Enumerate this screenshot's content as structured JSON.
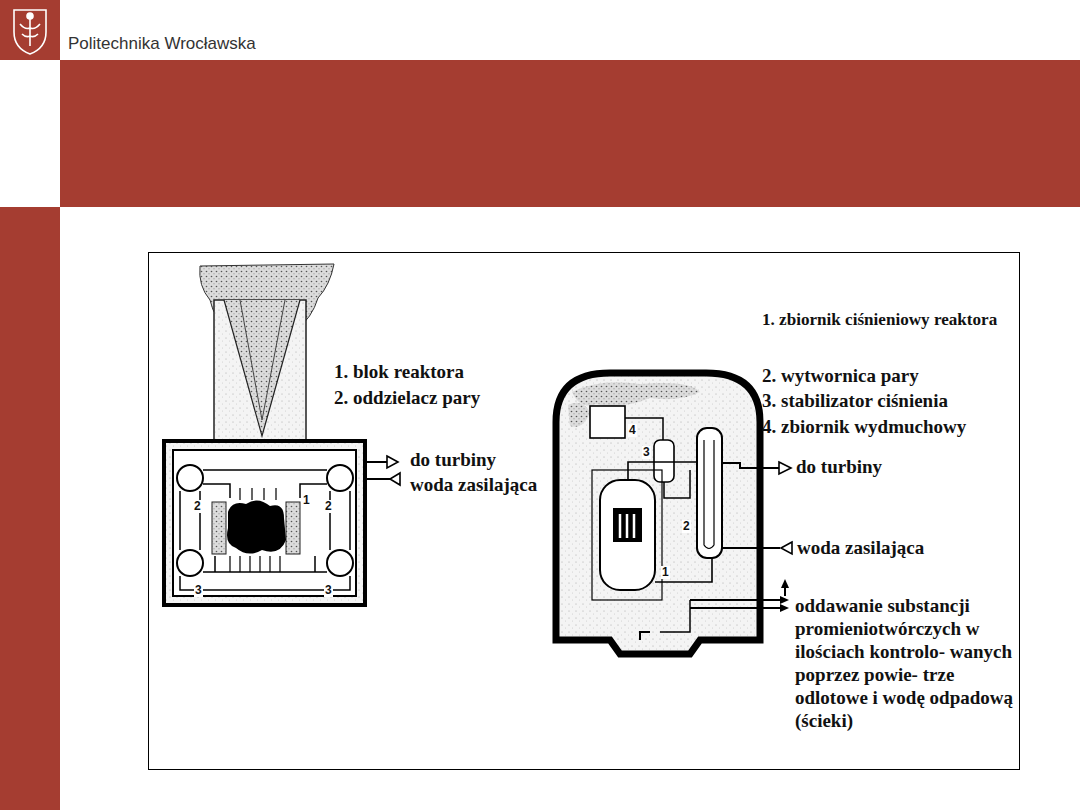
{
  "diagram": {
    "labels": [
      "Politechnika Wrocławska",
      "1. blok reaktora",
      "2. oddzielacz pary",
      "do turbiny",
      "woda zasilająca",
      "2",
      "3",
      "1",
      "2",
      "3",
      "1. zbiornik ciśnieniowy reaktora",
      "2. wytwornica pary",
      "3. stabilizator ciśnienia",
      "4. zbiornik wydmuchowy",
      "do turbiny",
      "woda zasilająca",
      "oddawanie substancji promieniotwórczych w ilościach kontrolo- wanych poprzez powie- trze odlotowe i wodę odpadową (ścieki)",
      "4",
      "3",
      "1",
      "2"
    ]
  }
}
